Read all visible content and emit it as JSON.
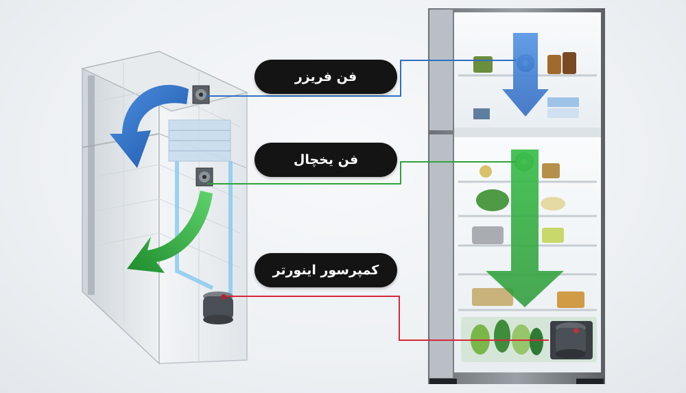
{
  "labels": {
    "freezer_fan": "فن فریزر",
    "fridge_fan": "فن یخچال",
    "inverter_compressor": "کمپرسور اینورتر"
  },
  "colors": {
    "freezer_line": "#2f6fc0",
    "fridge_line": "#2ea33a",
    "compressor_line": "#d6263c",
    "blue_arrow": "#2d6cc0",
    "green_arrow": "#2aa63a"
  }
}
